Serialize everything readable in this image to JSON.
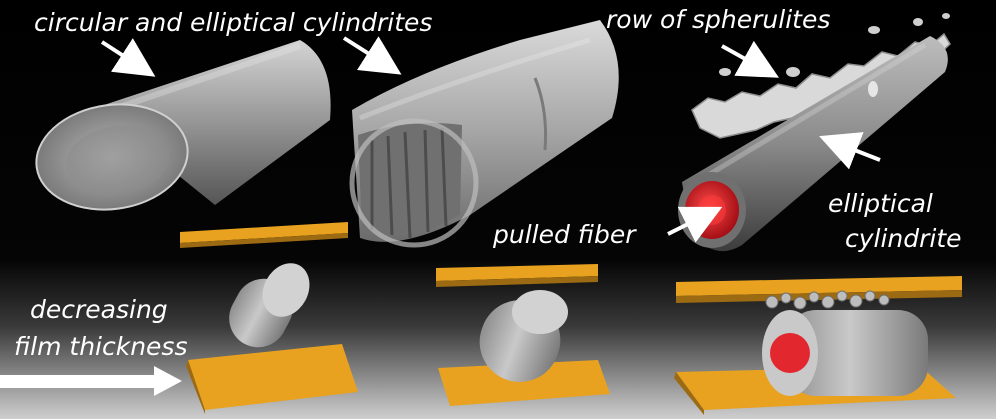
{
  "labels": {
    "top_left": "circular and elliptical cylindrites",
    "top_right": "row of spherulites",
    "pulled_fiber": "pulled fiber",
    "elliptical_line1": "elliptical",
    "elliptical_line2": "cylindrite",
    "decreasing_line1": "decreasing",
    "decreasing_line2": "film thickness"
  },
  "colors": {
    "background_top": "#000000",
    "background_bottom": "#c9c9c9",
    "plate": "#e8a21f",
    "plate_edge": "#9b6a12",
    "cylinder": "#a9a9a9",
    "fiber_core": "#d8202a",
    "label": "#ffffff"
  },
  "icons": [
    "arrow-icon"
  ]
}
